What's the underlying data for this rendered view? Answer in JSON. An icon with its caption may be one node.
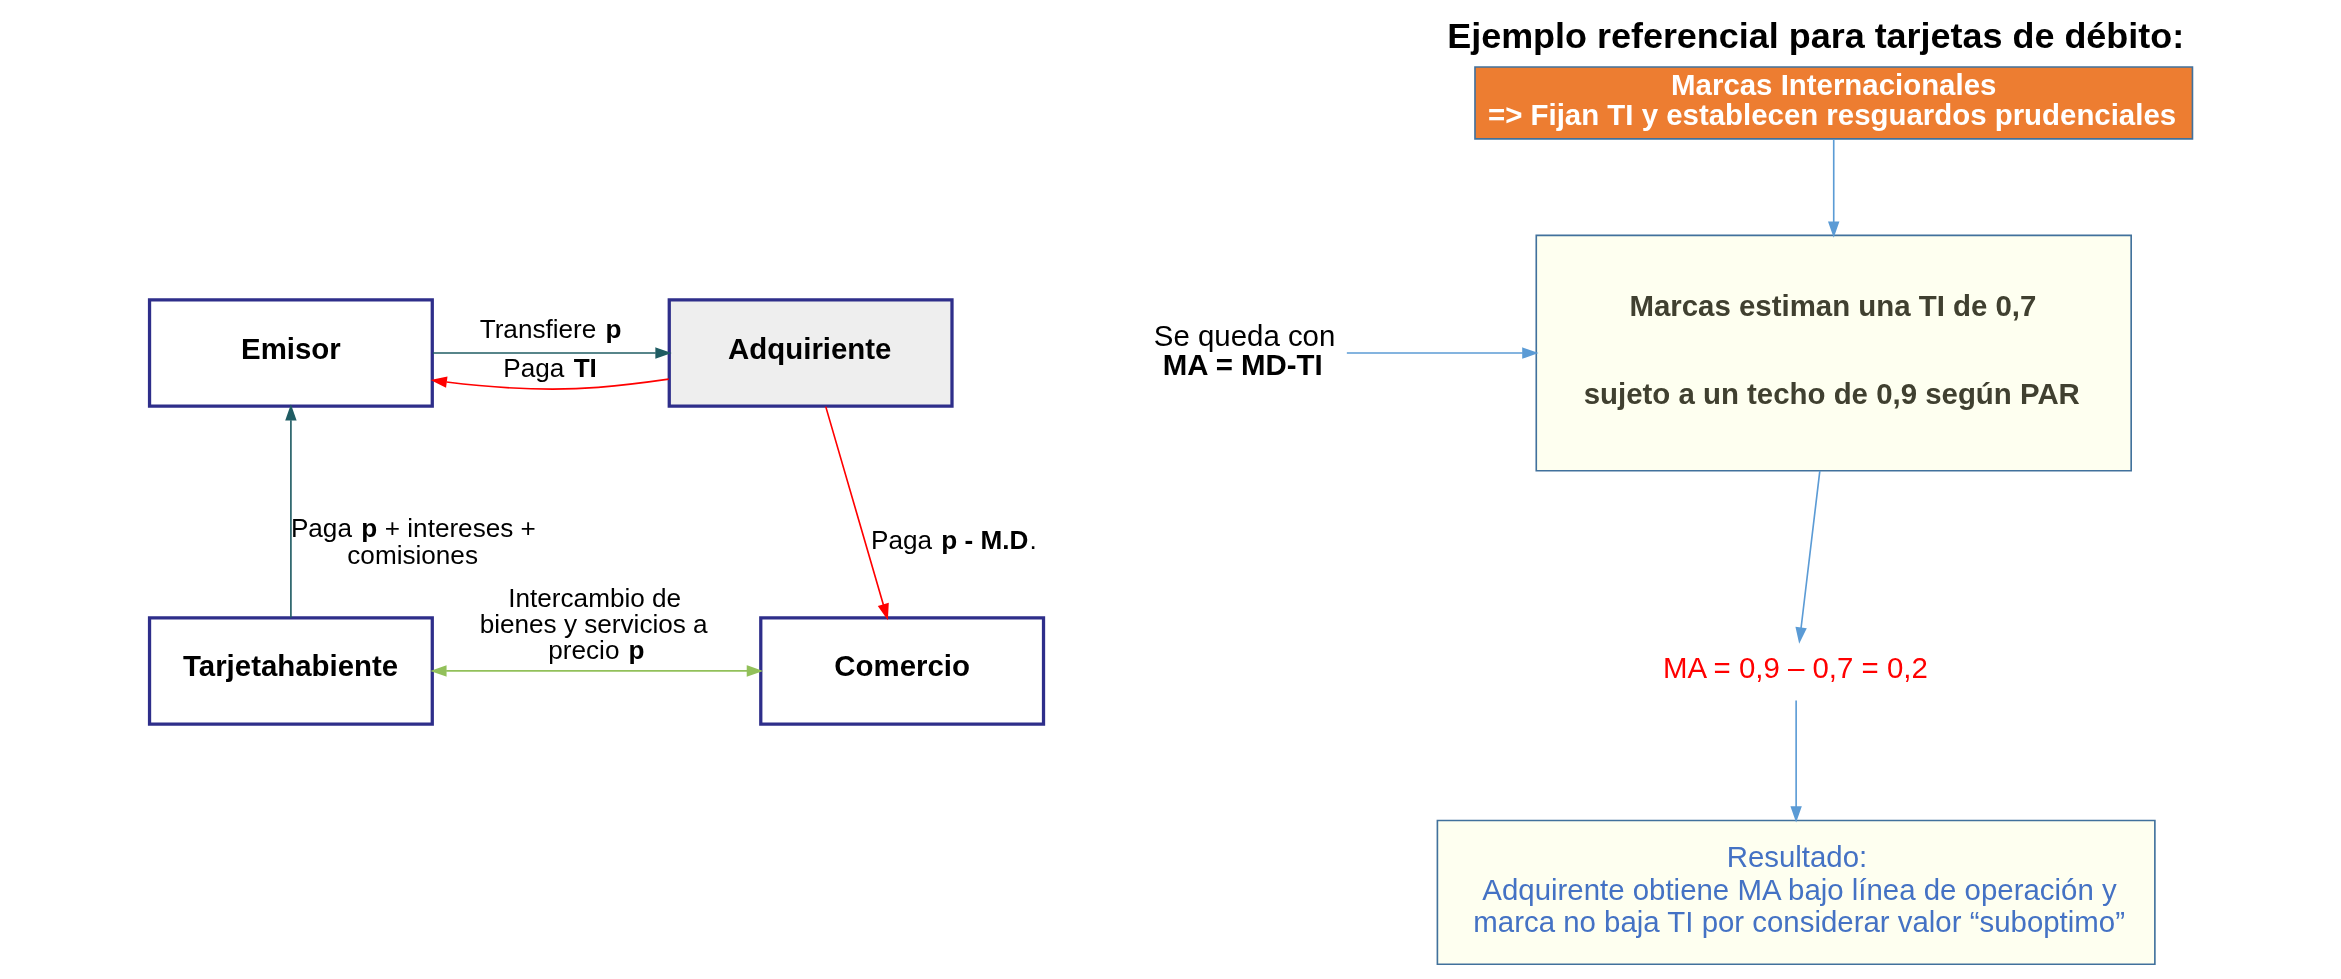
{
  "diagram": {
    "title": "Ejemplo referencial para tarjetas de débito:",
    "nodes": [
      {
        "text": [
          "Marcas Internacionales",
          "=> Fijan TI y establecen resguardos prudenciales"
        ]
      },
      {
        "text": [
          "Emisor"
        ]
      },
      {
        "text": [
          "Adquiriente"
        ]
      },
      {
        "text": [
          "Tarjetahabiente"
        ]
      },
      {
        "text": [
          "Comercio"
        ]
      },
      {
        "text": [
          "Se queda con **MA = MD-TI**"
        ]
      },
      {
        "text": [
          "Marcas estiman una TI de 0,7",
          "sujeto a un techo de 0,9 según PAR"
        ]
      },
      {
        "text": [
          "MA = 0,9 – 0,7 = 0,2"
        ]
      },
      {
        "text": [
          "Resultado:",
          "Adquirente obtiene MA bajo línea de operación y marca no baja TI por considerar valor “suboptimo”"
        ]
      }
    ],
    "edges": [
      {
        "from": 0,
        "to": 6,
        "arrow": "to"
      },
      {
        "from": 1,
        "to": 2,
        "arrow": "to",
        "label": "Transfiere **p**",
        "color": "#1f5c63"
      },
      {
        "from": 2,
        "to": 1,
        "arrow": "to",
        "label": "Paga **TI**",
        "color": "#ff0000"
      },
      {
        "from": 3,
        "to": 1,
        "arrow": "to",
        "label": "Paga **p** + intereses + comisiones",
        "color": "#1f5c63"
      },
      {
        "from": 2,
        "to": 4,
        "arrow": "to",
        "label": "Paga **p - M.D**.",
        "color": "#ff0000"
      },
      {
        "from": 3,
        "to": 4,
        "arrow": "both",
        "label": "Intercambio de bienes y servicios a precio **p**",
        "color": "#92c05a"
      },
      {
        "from": 5,
        "to": 6,
        "arrow": "to"
      },
      {
        "from": 6,
        "to": 7,
        "arrow": "to"
      },
      {
        "from": 7,
        "to": 8,
        "arrow": "to"
      }
    ]
  }
}
